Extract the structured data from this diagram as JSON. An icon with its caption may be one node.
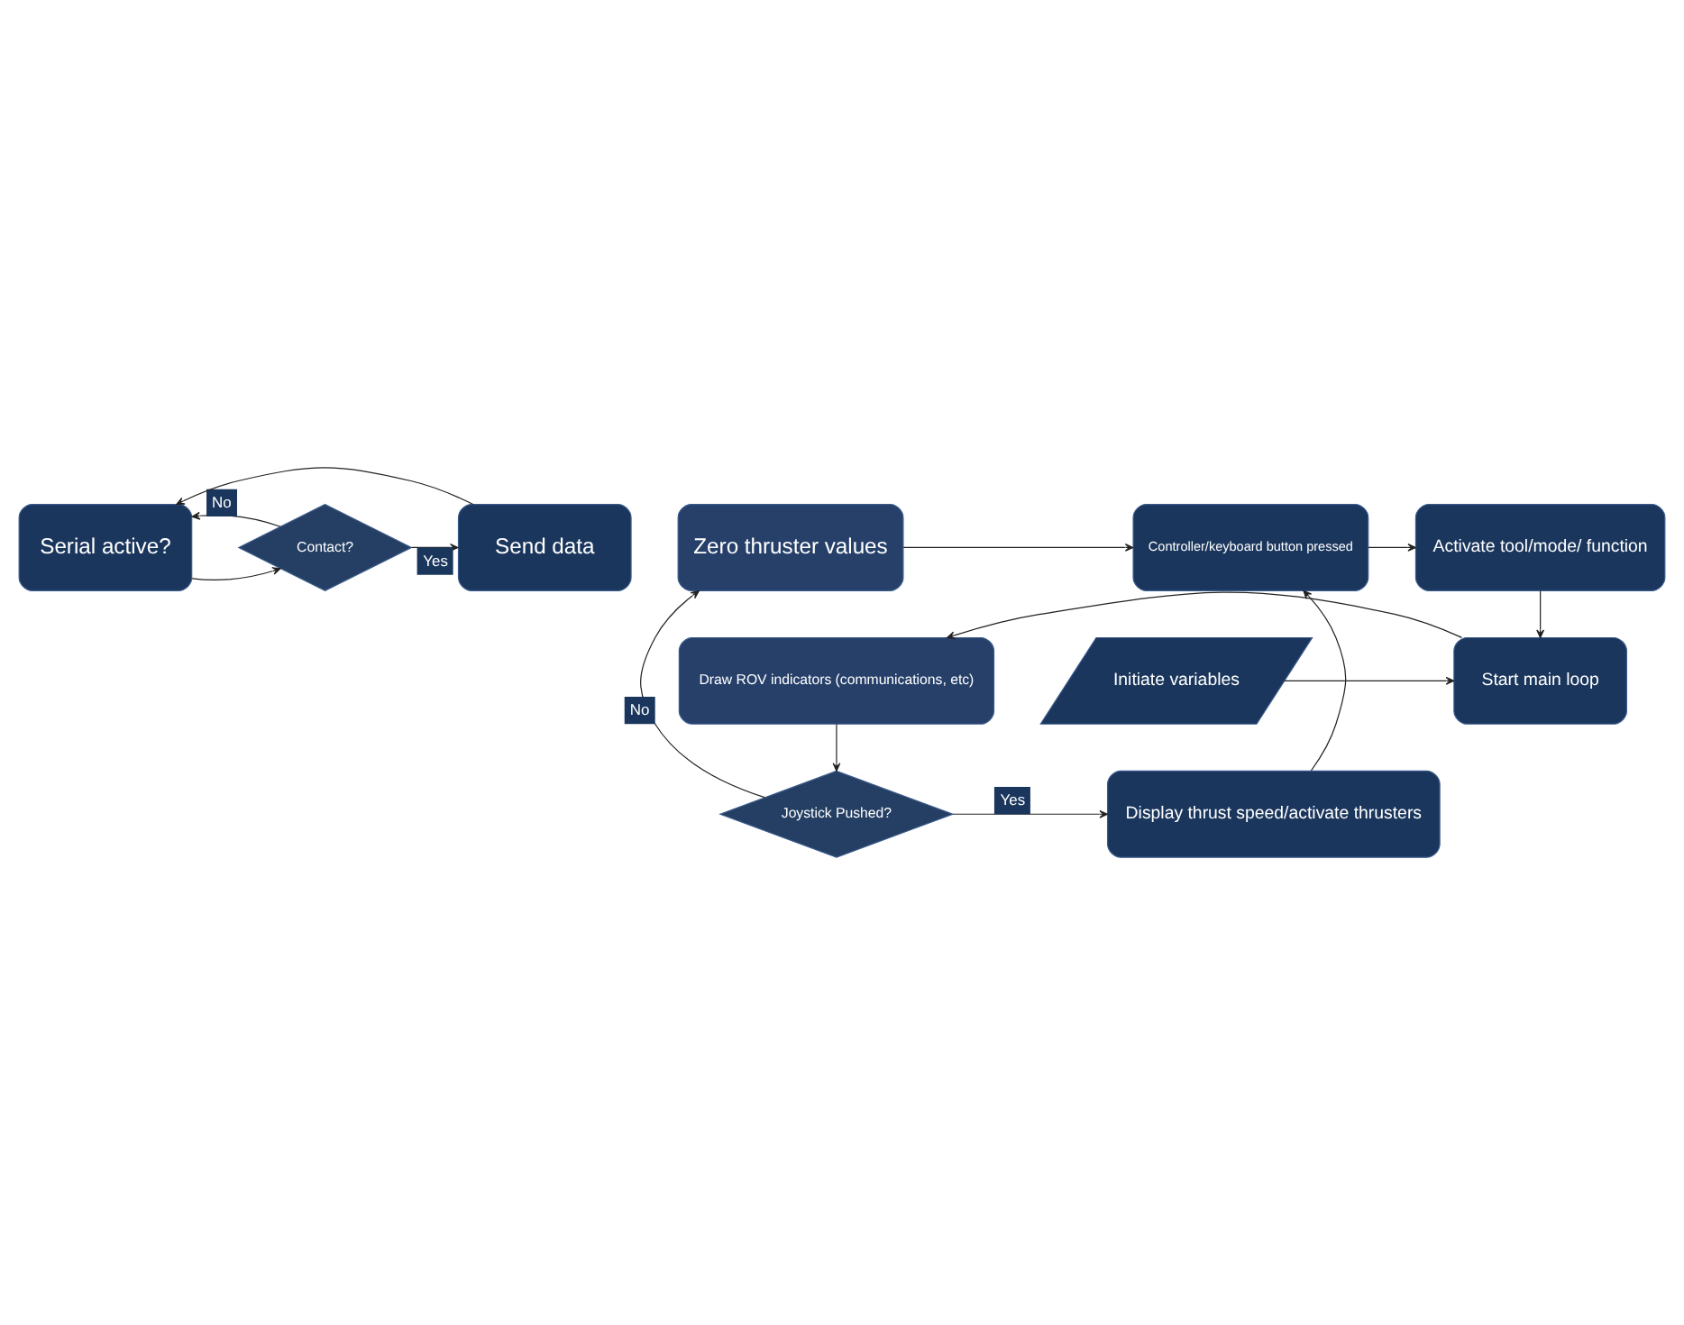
{
  "diagram": {
    "nodes": [
      {
        "text": [
          "Serial active?"
        ]
      },
      {
        "text": [
          "Contact?"
        ]
      },
      {
        "text": [
          "Send data"
        ]
      },
      {
        "text": [
          "Activate tool/mode/ function"
        ]
      },
      {
        "text": [
          "Controller/keyboard button pressed"
        ]
      },
      {
        "text": [
          "Zero thruster values"
        ]
      },
      {
        "text": [
          "Display thrust speed/activate thrusters"
        ]
      },
      {
        "text": [
          "Joystick Pushed?"
        ]
      },
      {
        "text": [
          "Initiate variables"
        ]
      },
      {
        "text": [
          "Start main loop"
        ]
      },
      {
        "text": [
          "Draw ROV indicators (communications, etc)"
        ]
      }
    ],
    "edges": [
      {
        "from": 0,
        "to": 1,
        "arrow": "to"
      },
      {
        "from": 1,
        "to": 2,
        "arrow": "to",
        "label": "Yes"
      },
      {
        "from": 1,
        "to": 0,
        "arrow": "to",
        "label": "No"
      },
      {
        "from": 2,
        "to": 0,
        "arrow": "to"
      },
      {
        "from": 5,
        "to": 4,
        "arrow": "to"
      },
      {
        "from": 4,
        "to": 3,
        "arrow": "to"
      },
      {
        "from": 3,
        "to": 9,
        "arrow": "to"
      },
      {
        "from": 8,
        "to": 9,
        "arrow": "to"
      },
      {
        "from": 9,
        "to": 10,
        "arrow": "to"
      },
      {
        "from": 10,
        "to": 7,
        "arrow": "to"
      },
      {
        "from": 7,
        "to": 5,
        "arrow": "to",
        "label": "No"
      },
      {
        "from": 7,
        "to": 6,
        "arrow": "to",
        "label": "Yes"
      },
      {
        "from": 6,
        "to": 4,
        "arrow": "to"
      }
    ]
  }
}
